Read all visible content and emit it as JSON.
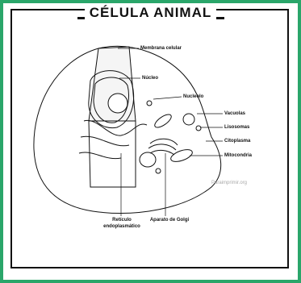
{
  "title": "CÉLULA ANIMAL",
  "labels": {
    "membrana": "Membrana celular",
    "nucleo": "Núcleo",
    "nucleolo": "Nucleolo",
    "vacuolas": "Vacuolas",
    "lisosomas": "Lisosomas",
    "citoplasma": "Citoplasma",
    "mitocondria": "Mitocondria",
    "reticulo_1": "Retículo",
    "reticulo_2": "endoplasmático",
    "golgi": "Aparato de Golgi"
  },
  "watermark": "Paraimprimir.org",
  "colors": {
    "frame": "#2aa66a",
    "ink": "#111111"
  }
}
